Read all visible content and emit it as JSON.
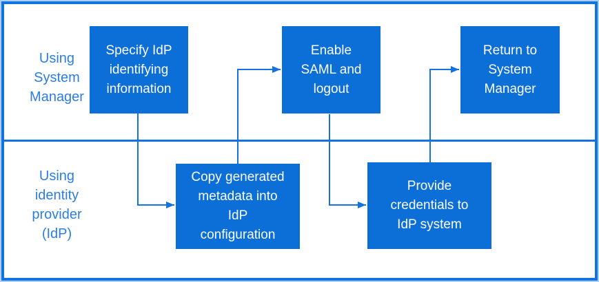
{
  "colors": {
    "box_fill": "#0c6fd8",
    "connector_line": "#1371e0",
    "lane_label_text": "#2b7de2",
    "frame_border": "#1371e0",
    "frame_halo": "#abd0f6",
    "box_text": "#ffffff",
    "background": "#ffffff"
  },
  "lanes": [
    {
      "label": "Using\nSystem\nManager"
    },
    {
      "label": "Using\nidentity\nprovider\n(IdP)"
    }
  ],
  "nodes": [
    {
      "id": "specify-idp-info",
      "lane": "Using System Manager",
      "label": "Specify IdP\nidentifying\ninformation"
    },
    {
      "id": "enable-saml-logout",
      "lane": "Using System Manager",
      "label": "Enable\nSAML and\nlogout"
    },
    {
      "id": "return-to-sm",
      "lane": "Using System Manager",
      "label": "Return to\nSystem\nManager"
    },
    {
      "id": "copy-metadata",
      "lane": "Using identity provider",
      "label": "Copy generated\nmetadata into\nIdP\nconfiguration"
    },
    {
      "id": "provide-credentials",
      "lane": "Using identity provider",
      "label": "Provide\ncredentials to\nIdP system"
    }
  ],
  "connections": [
    {
      "from": "specify-idp-info",
      "to": "copy-metadata"
    },
    {
      "from": "copy-metadata",
      "to": "enable-saml-logout"
    },
    {
      "from": "enable-saml-logout",
      "to": "provide-credentials"
    },
    {
      "from": "provide-credentials",
      "to": "return-to-sm"
    }
  ]
}
